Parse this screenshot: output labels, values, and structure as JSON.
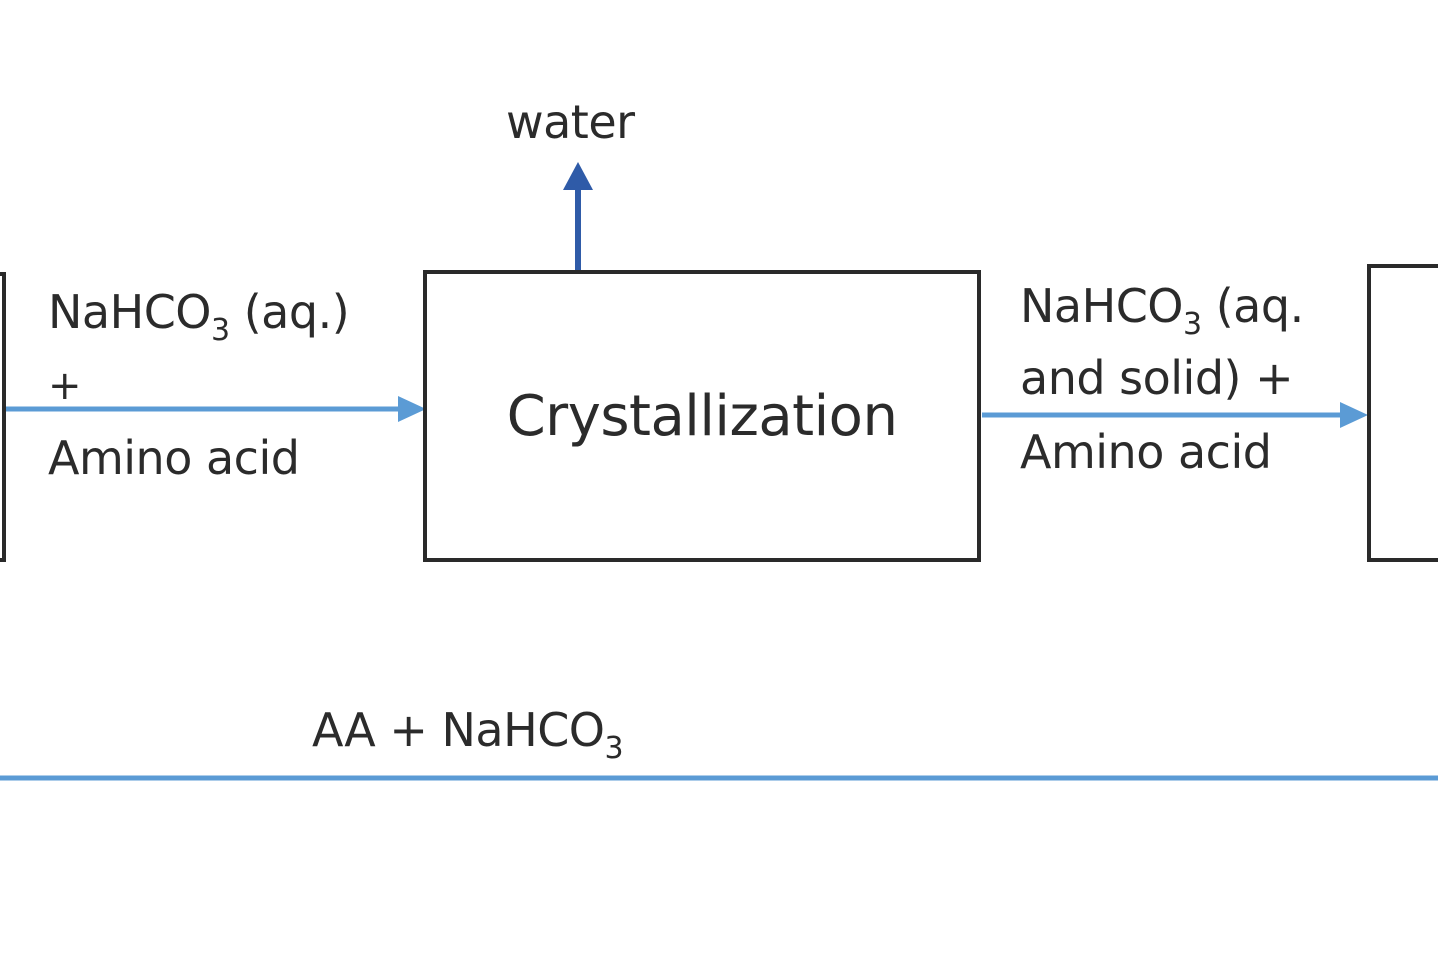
{
  "nodes": {
    "crystallization": {
      "label": "Crystallization"
    }
  },
  "streams": {
    "water": {
      "label": "water"
    },
    "feed": {
      "line1_main": "NaHCO",
      "line1_sub": "3",
      "line1_tail": " (aq.)",
      "line2": "+",
      "line3": "Amino acid"
    },
    "product": {
      "line1_main": "NaHCO",
      "line1_sub": "3",
      "line1_tail": " (aq.",
      "line2": "and solid) +",
      "line3": "Amino acid"
    },
    "recycle": {
      "main": "AA + NaHCO",
      "sub": "3"
    }
  },
  "colors": {
    "stream_light": "#5b9bd5",
    "stream_dark": "#2f5ba8",
    "box_border": "#2a2a2a"
  }
}
